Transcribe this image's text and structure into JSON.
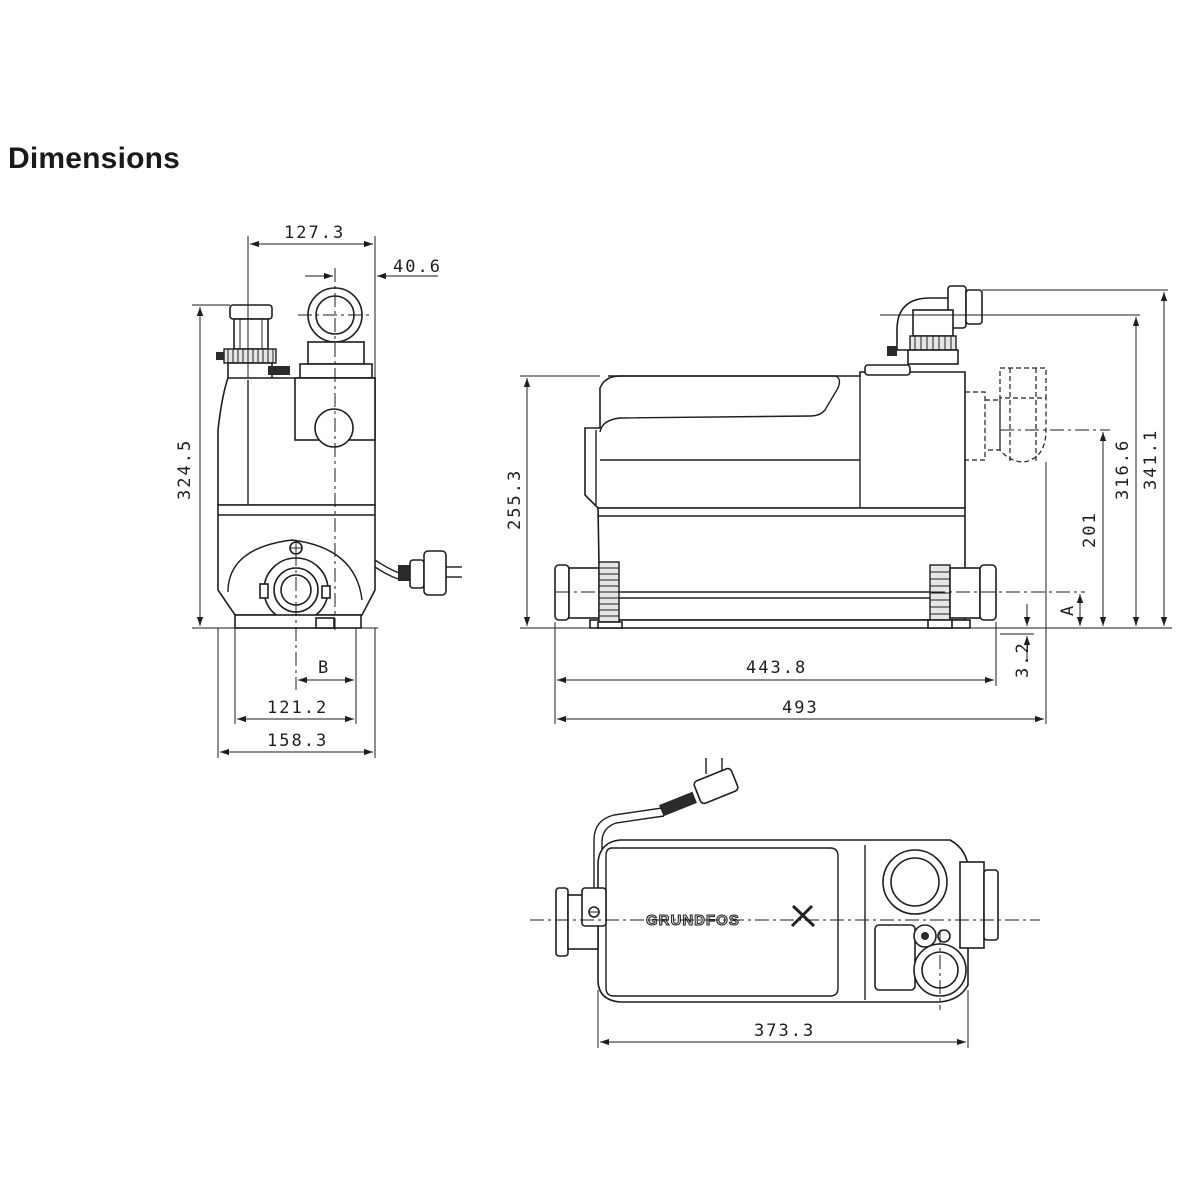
{
  "title": "Dimensions",
  "dimensions": {
    "side_top_width": "127.3",
    "side_top_offset": "40.6",
    "side_height": "324.5",
    "side_b": "B",
    "side_width_inner": "121.2",
    "side_width_total": "158.3",
    "front_height": "255.3",
    "front_width_inner": "443.8",
    "front_width_total": "493",
    "front_inlet_height": "201",
    "front_outlet_height": "316.6",
    "front_total_height": "341.1",
    "front_a": "A",
    "front_foot": "3.2",
    "top_width": "373.3"
  },
  "brand_logo": "GRUNDFOS"
}
